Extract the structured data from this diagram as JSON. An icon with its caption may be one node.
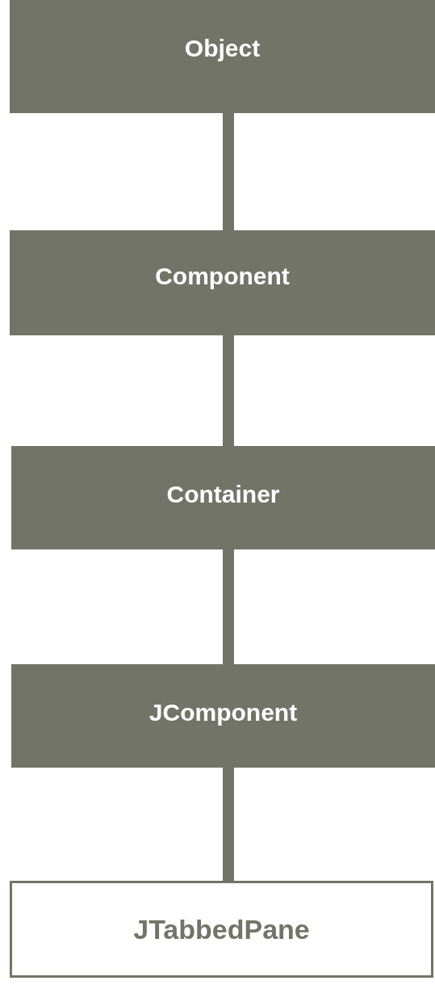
{
  "diagram": {
    "nodes": [
      {
        "text": [
          "Object"
        ]
      },
      {
        "text": [
          "Component"
        ]
      },
      {
        "text": [
          "Container"
        ]
      },
      {
        "text": [
          "JComponent"
        ]
      },
      {
        "text": [
          "JTabbedPane"
        ]
      }
    ],
    "edges": [
      {
        "from": 0,
        "to": 1,
        "arrow": "none"
      },
      {
        "from": 1,
        "to": 2,
        "arrow": "none"
      },
      {
        "from": 2,
        "to": 3,
        "arrow": "none"
      },
      {
        "from": 3,
        "to": 4,
        "arrow": "none"
      }
    ]
  }
}
